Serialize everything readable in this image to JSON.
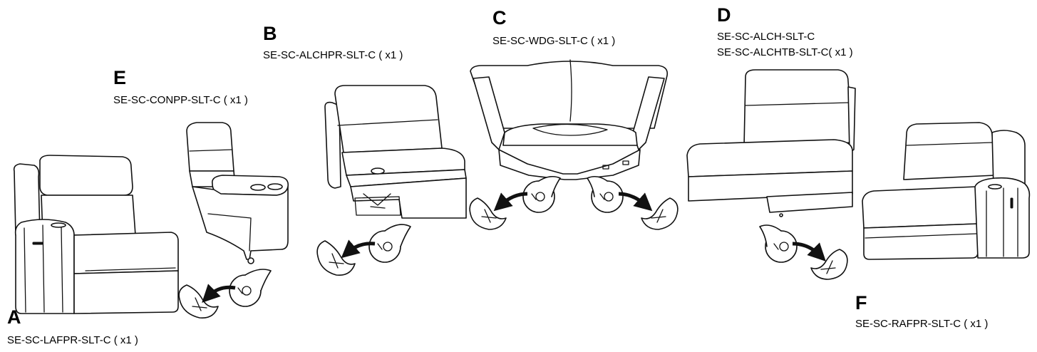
{
  "pieces": [
    {
      "letter": "A",
      "codes": [
        "SE-SC-LAFPR-SLT-C ( x1 )"
      ]
    },
    {
      "letter": "B",
      "codes": [
        "SE-SC-ALCHPR-SLT-C ( x1 )"
      ]
    },
    {
      "letter": "C",
      "codes": [
        "SE-SC-WDG-SLT-C ( x1 )"
      ]
    },
    {
      "letter": "D",
      "codes": [
        "SE-SC-ALCH-SLT-C",
        "SE-SC-ALCHTB-SLT-C( x1 )"
      ]
    },
    {
      "letter": "E",
      "codes": [
        "SE-SC-CONPP-SLT-C ( x1 )"
      ]
    },
    {
      "letter": "F",
      "codes": [
        "SE-SC-RAFPR-SLT-C ( x1 )"
      ]
    }
  ],
  "colors": {
    "line": "#111111",
    "background": "#ffffff"
  },
  "icons": [
    "sofa-section-drawing",
    "connector-bracket-detail-icon",
    "curved-arrow-icon"
  ]
}
